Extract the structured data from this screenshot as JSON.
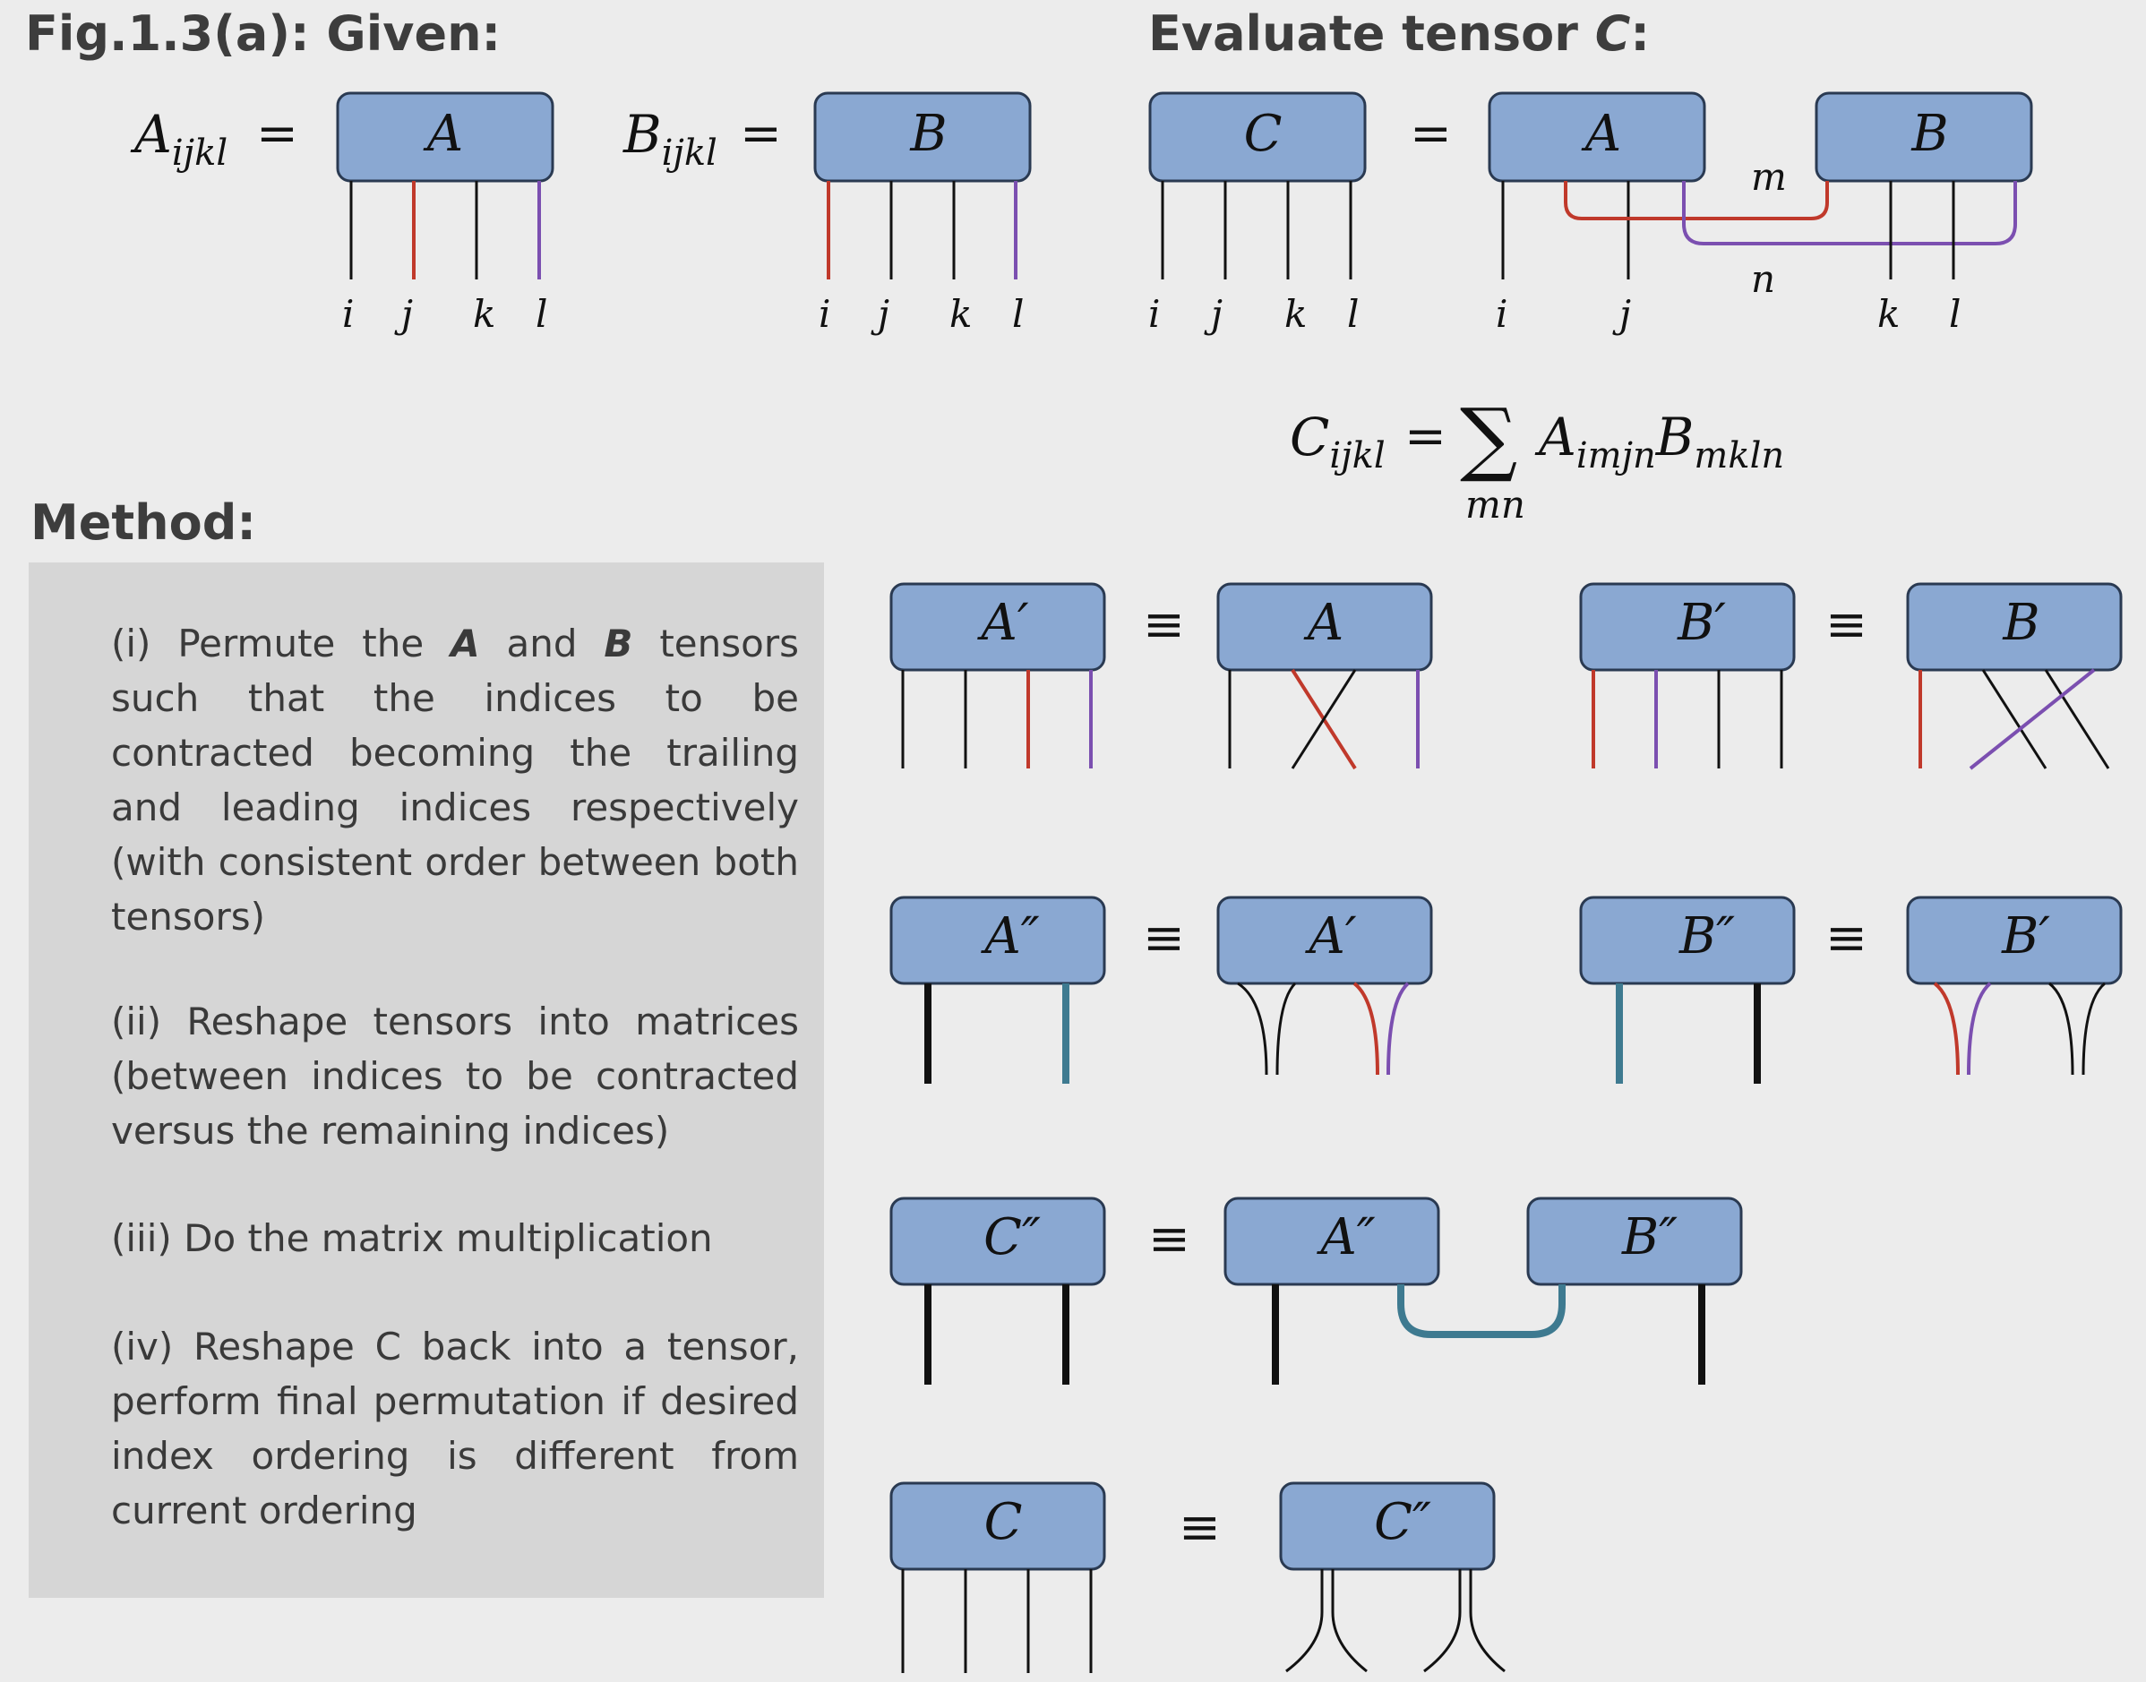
{
  "headings": {
    "given": "Fig.1.3(a): Given:",
    "evaluate_prefix": "Evaluate tensor ",
    "evaluate_var": "C",
    "evaluate_suffix": ":",
    "method": "Method:"
  },
  "tensors": {
    "A": "A",
    "B": "B",
    "C": "C",
    "A_prime": "A′",
    "B_prime": "B′",
    "A_dprime": "A″",
    "B_dprime": "B″",
    "C_dprime": "C″"
  },
  "given_equations": {
    "A_lhs": "A",
    "A_sub": "ijkl",
    "B_lhs": "B",
    "B_sub": "ijkl",
    "equals": "="
  },
  "indices": {
    "i": "i",
    "j": "j",
    "k": "k",
    "l": "l",
    "m": "m",
    "n": "n"
  },
  "equiv": "≡",
  "formula": {
    "lhs": "C",
    "lhs_sub": "ijkl",
    "equals": "=",
    "sum": "∑",
    "sum_sub": "mn",
    "A": "A",
    "A_sub": "imjn",
    "B": "B",
    "B_sub": "mkln"
  },
  "method_steps": [
    "(i) Permute the A and B tensors such that the indices to be contracted becoming the trailing and leading indices respectively (with consistent order between both tensors)",
    "(ii) Reshape tensors into matrices (between indices to be contracted versus the remaining indices)",
    "(iii) Do the matrix multiplication",
    "(iv) Reshape C back into a tensor, perform final permutation if desired index ordering is different from current ordering"
  ],
  "colors": {
    "tensor_fill": "#8aa8d2",
    "tensor_border": "#2a3a52",
    "leg_black": "#111111",
    "leg_red": "#c0392b",
    "leg_purple": "#7b4fb0",
    "leg_teal": "#3e7a90",
    "method_box": "#d6d6d6",
    "background": "#ececec"
  }
}
